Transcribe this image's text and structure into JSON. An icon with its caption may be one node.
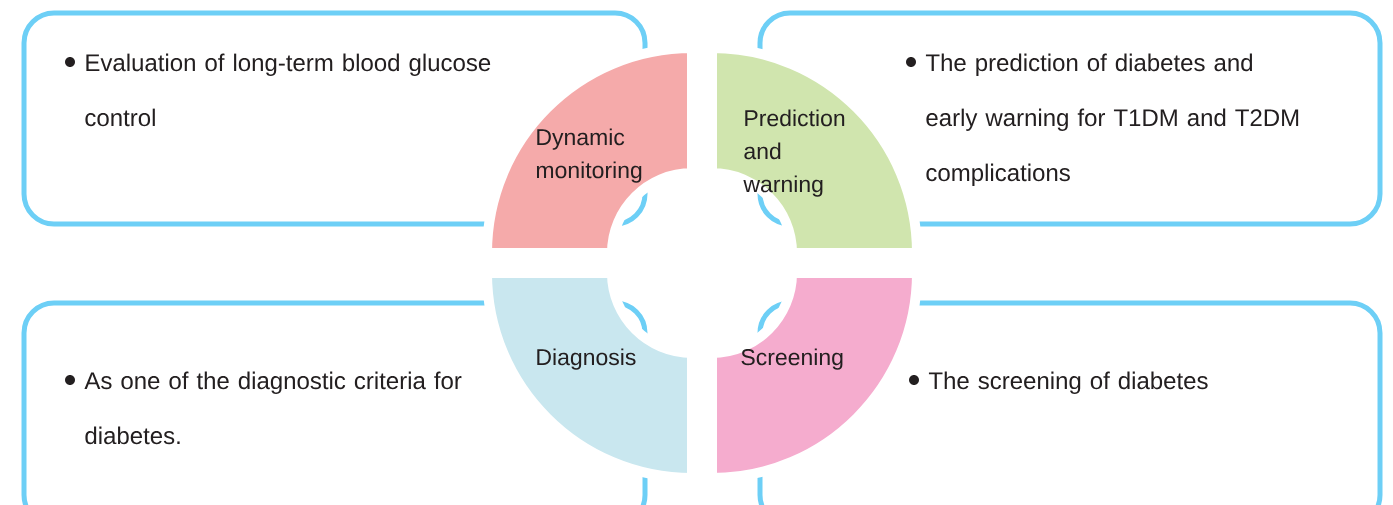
{
  "diagram": {
    "nodes": [
      {
        "text": [
          "Evaluation of long-term blood glucose control"
        ]
      },
      {
        "text": [
          "Dynamic monitoring"
        ]
      },
      {
        "text": [
          "Prediction and warning"
        ]
      },
      {
        "text": [
          "The prediction of diabetes and early warning for T1DM and T2DM complications"
        ]
      },
      {
        "text": [
          "As one of the diagnostic criteria for diabetes."
        ]
      },
      {
        "text": [
          "Diagnosis"
        ]
      },
      {
        "text": [
          "Screening"
        ]
      },
      {
        "text": [
          "The screening of diabetes"
        ]
      }
    ]
  }
}
